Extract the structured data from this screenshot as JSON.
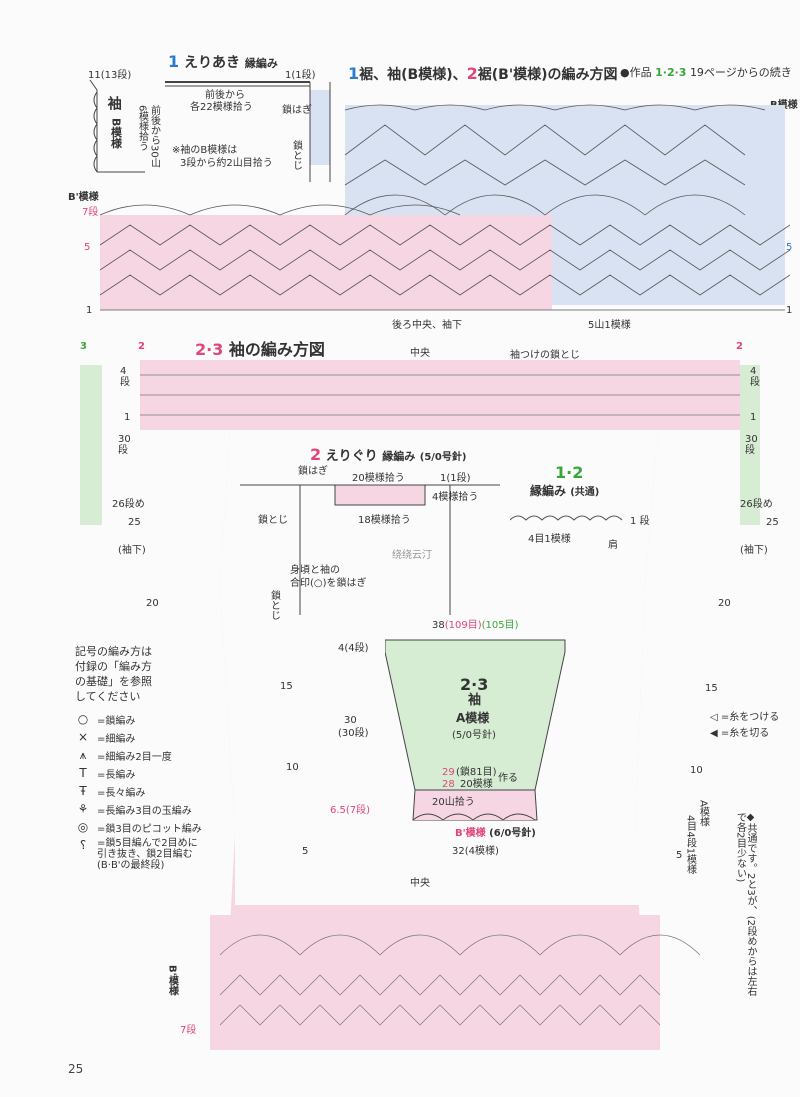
{
  "top_left": {
    "title_num": "1",
    "title_text": "えりあき",
    "title_sub": "縁編み",
    "label_rows": "11(13段)",
    "label_1row": "1(1段)",
    "sleeve": "袖",
    "pattern_b": "B模様",
    "front_back_pick": "前後から",
    "each_22": "各22模様拾う",
    "chain_join": "鎖はぎ",
    "front_back_6": "前後から30山",
    "front_back_6b": "6模様拾う",
    "note_sleeve_b": "※袖のB模様は",
    "note_sleeve_b2": "3段から約2山目拾う",
    "chain_close": "鎖とじ"
  },
  "top_right": {
    "title_part1_num": "1",
    "title_part1": "裾、袖(B模様)、",
    "title_part2_num": "2",
    "title_part2": "裾(B'模様)の編み方図",
    "work_note_prefix": "●作品",
    "work_nums": "1·2·3",
    "work_note_suffix": "19ページからの続き",
    "right_label": "B模様",
    "left_label": "B'模様",
    "row7": "7",
    "row_unit": "段",
    "row5": "5",
    "row1": "1",
    "right_row5": "5",
    "right_row1": "1",
    "back_center": "後ろ中央、袖下",
    "five_mountain": "5山1模様"
  },
  "sleeve_chart": {
    "title_nums": "2·3",
    "title_text": "袖の編み方図",
    "center": "中央",
    "sleeve_join": "袖つけの鎖とじ",
    "left_green": "3",
    "left_pink": "2",
    "right_pink": "2",
    "row4": "4",
    "row_unit": "段",
    "row1": "1",
    "row30": "30",
    "row26": "26段め",
    "row25": "25",
    "underarm": "(袖下)",
    "row20": "20",
    "row15": "15",
    "row10": "10",
    "row5": "5",
    "center_bottom": "中央",
    "a_pattern": "A模様",
    "a_pattern_detail": "4目4段1模様",
    "b_pattern": "B'模様",
    "row7": "7段"
  },
  "neck": {
    "title_num": "2",
    "title_text": "えりぐり",
    "title_sub": "縁編み",
    "needle": "(5/0号針)",
    "chain_join": "鎖はぎ",
    "pick_20": "20模様拾う",
    "row1": "1(1段)",
    "pick_4": "4模様拾う",
    "pick_18": "18模様拾う",
    "chain_close": "鎖とじ",
    "body_sleeve": "身頃と袖の",
    "match_mark": "合印(○)を鎖はぎ",
    "chain_close2": "鎖とじ"
  },
  "edge": {
    "title_nums": "1·2",
    "title_text": "縁編み",
    "title_sub": "(共通)",
    "one_pattern": "4目1模様",
    "row1": "1",
    "row_unit": "段",
    "shoulder": "肩"
  },
  "schematic": {
    "width_top": "38",
    "width_top_pink": "(109目)",
    "width_top_green": "(105目)",
    "rows_top": "4(4段)",
    "nums": "2·3",
    "sleeve": "袖",
    "a_pattern": "A模様",
    "needle_a": "(5/0号針)",
    "height": "30",
    "height_rows": "(30段)",
    "start_29": "29",
    "start_28": "28",
    "start_chain": "(鎖81目)",
    "start_chain2": "20模様",
    "make": "作る",
    "pick_20": "20山拾う",
    "b_height": "6.5(7段)",
    "b_label": "B'模様",
    "b_needle": "(6/0号針)",
    "width_bottom": "32(4模様)"
  },
  "legend": {
    "intro1": "記号の編み方は",
    "intro2": "付録の「編み方",
    "intro3": "の基礎」を参照",
    "intro4": "してください",
    "items": [
      {
        "sym": "○",
        "label": "=鎖編み"
      },
      {
        "sym": "×",
        "label": "=細編み"
      },
      {
        "sym": "⩚",
        "label": "=細編み2目一度"
      },
      {
        "sym": "T",
        "label": "=長編み"
      },
      {
        "sym": "Ŧ",
        "label": "=長々編み"
      },
      {
        "sym": "⚘",
        "label": "=長編み3目の玉編み"
      },
      {
        "sym": "◎",
        "label": "=鎖3目のピコット編み"
      }
    ],
    "last1": "=鎖5目編んで2目めに",
    "last2": "引き抜き、鎖2目編む",
    "last3": "(B·B'の最終段)"
  },
  "yarn": {
    "attach": "=糸をつける",
    "cut": "=糸を切る"
  },
  "side_note": "◆共通です。2と3が、(2段めからは左右で各2目少ない)",
  "page_number": "25",
  "watermark": "绕绕云汀",
  "colors": {
    "pink": "#f7d6e4",
    "blue": "#d9e2f2",
    "green": "#d6ecd3",
    "accent_pink": "#e0457b",
    "accent_blue": "#2a7bd0",
    "accent_green": "#3aa53a"
  }
}
